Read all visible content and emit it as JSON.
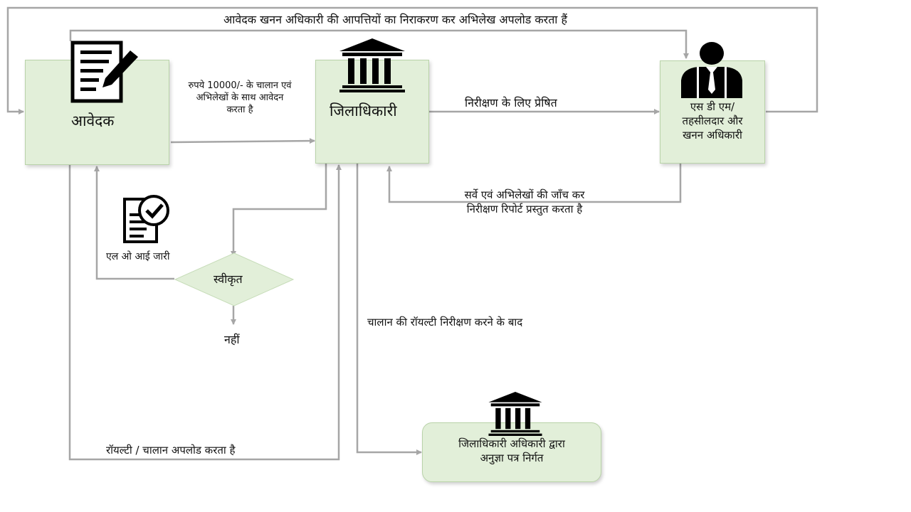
{
  "nodes": {
    "applicant": "आवेदक",
    "dm": "जिलाधिकारी",
    "sdm": "एस डी एम/\nतहसीलदार और\nखनन अधिकारी",
    "approved": "स्वीकृत",
    "no": "नहीं",
    "permit": "जिलाधिकारी अधिकारी द्वारा\nअनुज्ञा पत्र  निर्गत"
  },
  "edges": {
    "top_loop": "आवेदक खनन अधिकारी की आपत्तियों का निराकरण कर अभिलेख अपलोड करता हैं",
    "apply": "रुपये 10000/- के चालान एवं\nअभिलेखों के साथ  आवेदन\nकरता  है",
    "inspect": "निरीक्षण के लिए प्रेषित",
    "report": "सर्वे एवं  अभिलेखों की जाँच कर\nनिरीक्षण रिपोर्ट प्रस्तुत करता है",
    "loi": "एल ओ आई जारी",
    "after_check": "चालान  की  रॉयल्टी  निरीक्षण  करने  के  बाद",
    "upload": "रॉयल्टी / चालान अपलोड करता है"
  },
  "icons": {
    "applicant": "document-pen-icon",
    "dm": "government-building-icon",
    "sdm": "officer-icon",
    "loi": "approved-document-icon",
    "permit": "government-building-icon"
  },
  "colors": {
    "box_fill": "#e2efd9",
    "connector": "#a6a6a6"
  }
}
